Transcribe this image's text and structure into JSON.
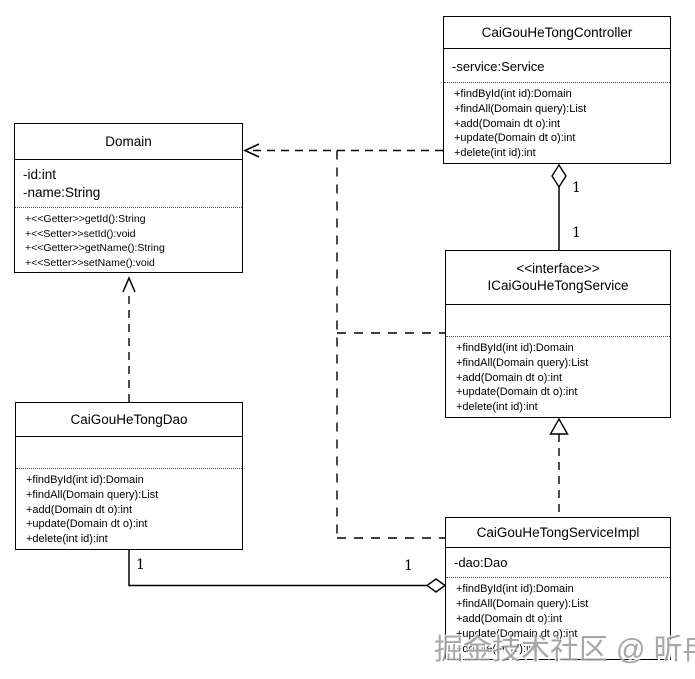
{
  "diagram": {
    "classes": {
      "controller": {
        "name": "CaiGouHeTongController",
        "attributes": [
          "-service:Service"
        ],
        "methods": [
          "+findById(int id):Domain",
          "+findAll(Domain query):List",
          "+add(Domain dt o):int",
          "+update(Domain dt o):int",
          "+delete(int id):int"
        ]
      },
      "domain": {
        "name": "Domain",
        "attributes": [
          "-id:int",
          "-name:String"
        ],
        "methods": [
          "+<<Getter>>getId():String",
          "+<<Setter>>setId():void",
          "+<<Getter>>getName():String",
          "+<<Setter>>setName():void"
        ]
      },
      "iservice": {
        "stereotype": "<<interface>>",
        "name": "ICaiGouHeTongService",
        "attributes": [],
        "methods": [
          "+findById(int id):Domain",
          "+findAll(Domain query):List",
          "+add(Domain dt o):int",
          "+update(Domain dt o):int",
          "+delete(int id):int"
        ]
      },
      "dao": {
        "name": "CaiGouHeTongDao",
        "attributes": [],
        "methods": [
          "+findById(int id):Domain",
          "+findAll(Domain query):List",
          "+add(Domain dt o):int",
          "+update(Domain dt o):int",
          "+delete(int id):int"
        ]
      },
      "impl": {
        "name": "CaiGouHeTongServiceImpl",
        "attributes": [
          "-dao:Dao"
        ],
        "methods": [
          "+findById(int id):Domain",
          "+findAll(Domain query):List",
          "+add(Domain dt o):int",
          "+update(Domain dt o):int",
          "+delete(int id):int"
        ]
      }
    },
    "multiplicities": {
      "controller_service_upper": "1",
      "controller_service_lower": "1",
      "dao_end": "1",
      "impl_end": "1"
    },
    "watermark": "掘金技术社区 @ 昕冉",
    "colors": {
      "line": "#000000",
      "background": "#ffffff",
      "watermark": "#919191"
    }
  }
}
